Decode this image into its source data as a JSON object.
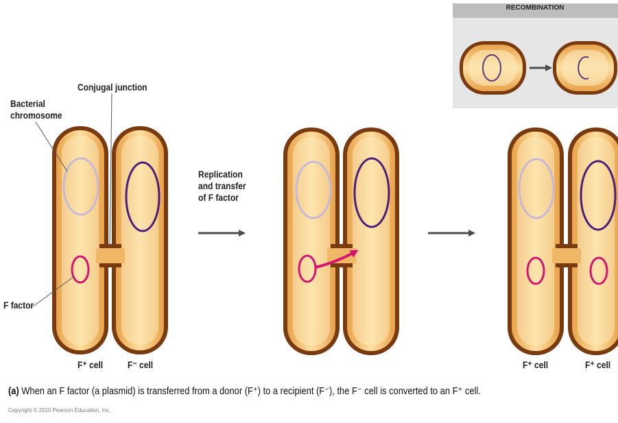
{
  "colors": {
    "cell_outline": "#7a3a10",
    "cell_fill": "#f5c77e",
    "cell_inner": "#fde9bc",
    "chromosome_light": "#c8b8d8",
    "chromosome_dark": "#4a1e78",
    "f_factor": "#d4146f",
    "arrow": "#4d4d4d",
    "inset_header": "#bdbdbd",
    "inset_bg": "#e6e6e6"
  },
  "icons": {
    "transfer_arrow": "magenta-curved-arrow",
    "step_arrow": "gray-right-arrow"
  },
  "labels": {
    "bacterial_chromosome": "Bacterial\nchromosome",
    "conjugal_junction": "Conjugal junction",
    "f_factor": "F factor",
    "replication": "Replication\nand transfer\nof F factor",
    "f_plus_cell_1": "F⁺ cell",
    "f_minus_cell": "F⁻ cell",
    "f_plus_cell_2": "F⁺ cell",
    "f_plus_cell_3": "F⁺ cell"
  },
  "inset": {
    "title": "RECOMBINATION"
  },
  "caption": {
    "label": "(a)",
    "text": "When an F factor (a plasmid) is transferred from a donor (F⁺) to a recipient (F⁻), the F⁻ cell is converted to an F⁺ cell."
  },
  "copyright": "Copyright © 2010 Pearson Education, Inc."
}
